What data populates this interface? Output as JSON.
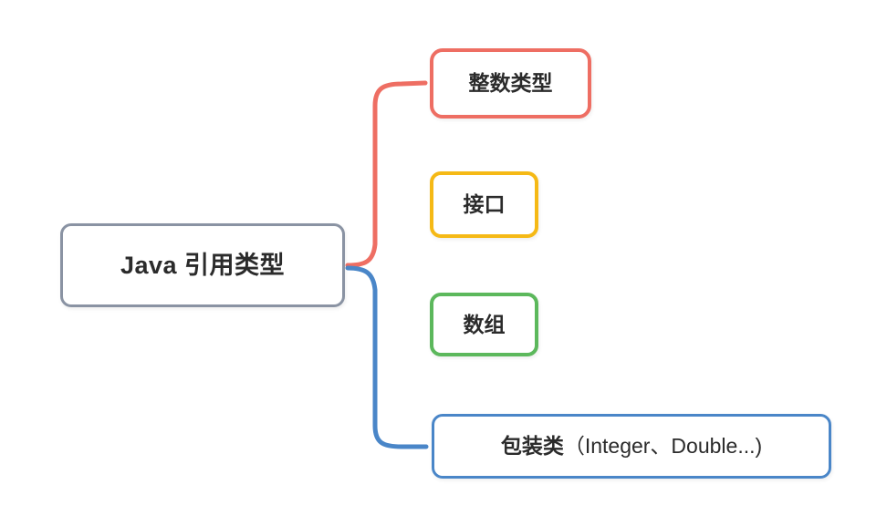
{
  "diagram": {
    "title": "Java 引用类型",
    "background_color": "#ffffff",
    "root": {
      "label": "Java 引用类型",
      "border_color": "#8a93a3"
    },
    "children": [
      {
        "label": "整数类型",
        "border_color": "#ee6e63",
        "connector_color": "#ee6e63",
        "connected": "true"
      },
      {
        "label": "接口",
        "border_color": "#f5b916",
        "connector_color": "",
        "connected": "false"
      },
      {
        "label": "数组",
        "border_color": "#5cb85c",
        "connector_color": "",
        "connected": "false"
      },
      {
        "label_bold": "包装类",
        "label_rest": "（Integer、Double...)",
        "label": "包装类（Integer、Double...)",
        "border_color": "#4a86c8",
        "connector_color": "#4a86c8",
        "connected": "true"
      }
    ]
  }
}
